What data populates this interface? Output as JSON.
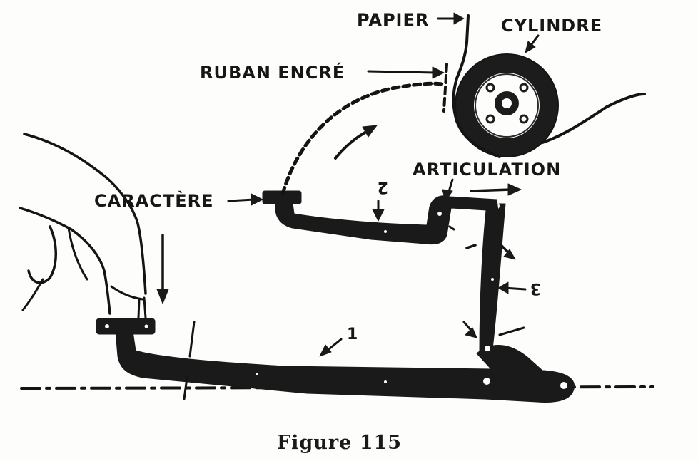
{
  "labels": {
    "papier": "PAPIER",
    "cylindre": "CYLINDRE",
    "ruban": "RUBAN ENCRÉ",
    "articulation": "ARTICULATION",
    "caractere": "CARACTÈRE"
  },
  "numbers": {
    "one": "1",
    "two": "2",
    "three": "3"
  },
  "caption": "Figure 115"
}
